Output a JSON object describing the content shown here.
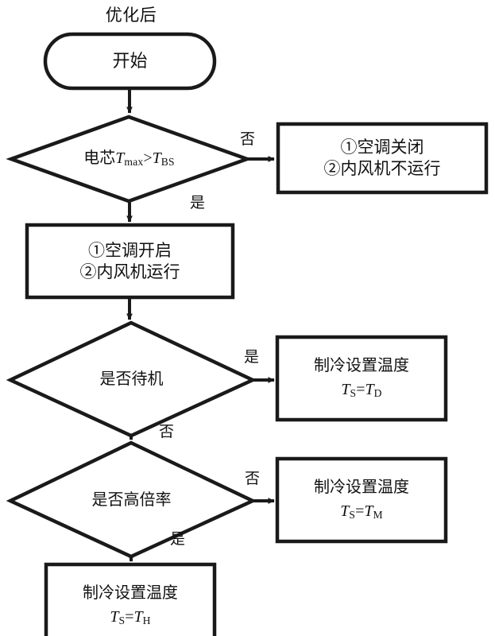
{
  "diagram": {
    "title": "优化后",
    "type": "flowchart",
    "orientation": "top-to-bottom",
    "line_color": "#1a1a1a",
    "fill_color": "#ffffff",
    "text_color": "#111111"
  },
  "nodes": {
    "start": {
      "shape": "stadium",
      "label": "开始"
    },
    "decision_temp": {
      "shape": "diamond",
      "label_prefix": "电芯",
      "symbol_t1": "T",
      "sub1": "max",
      "operator": ">",
      "symbol_t2": "T",
      "sub2": "BS"
    },
    "process_off": {
      "shape": "rect",
      "line1": "①空调关闭",
      "line2": "②内风机不运行"
    },
    "process_on": {
      "shape": "rect",
      "line1": "①空调开启",
      "line2": "②内风机运行"
    },
    "decision_standby": {
      "shape": "diamond",
      "label": "是否待机"
    },
    "result_standby": {
      "shape": "rect",
      "line1": "制冷设置温度",
      "symbol_ts": "T",
      "sub_s": "S",
      "eq": "=",
      "symbol_t": "T",
      "sub_t": "D"
    },
    "decision_highrate": {
      "shape": "diamond",
      "label": "是否高倍率"
    },
    "result_medium": {
      "shape": "rect",
      "line1": "制冷设置温度",
      "symbol_ts": "T",
      "sub_s": "S",
      "eq": "=",
      "symbol_t": "T",
      "sub_t": "M"
    },
    "result_high": {
      "shape": "rect",
      "line1": "制冷设置温度",
      "symbol_ts": "T",
      "sub_s": "S",
      "eq": "=",
      "symbol_t": "T",
      "sub_t": "H"
    }
  },
  "edge_labels": {
    "temp_no": "否",
    "temp_yes": "是",
    "standby_yes": "是",
    "standby_no": "否",
    "highrate_no": "否",
    "highrate_yes": "是"
  }
}
